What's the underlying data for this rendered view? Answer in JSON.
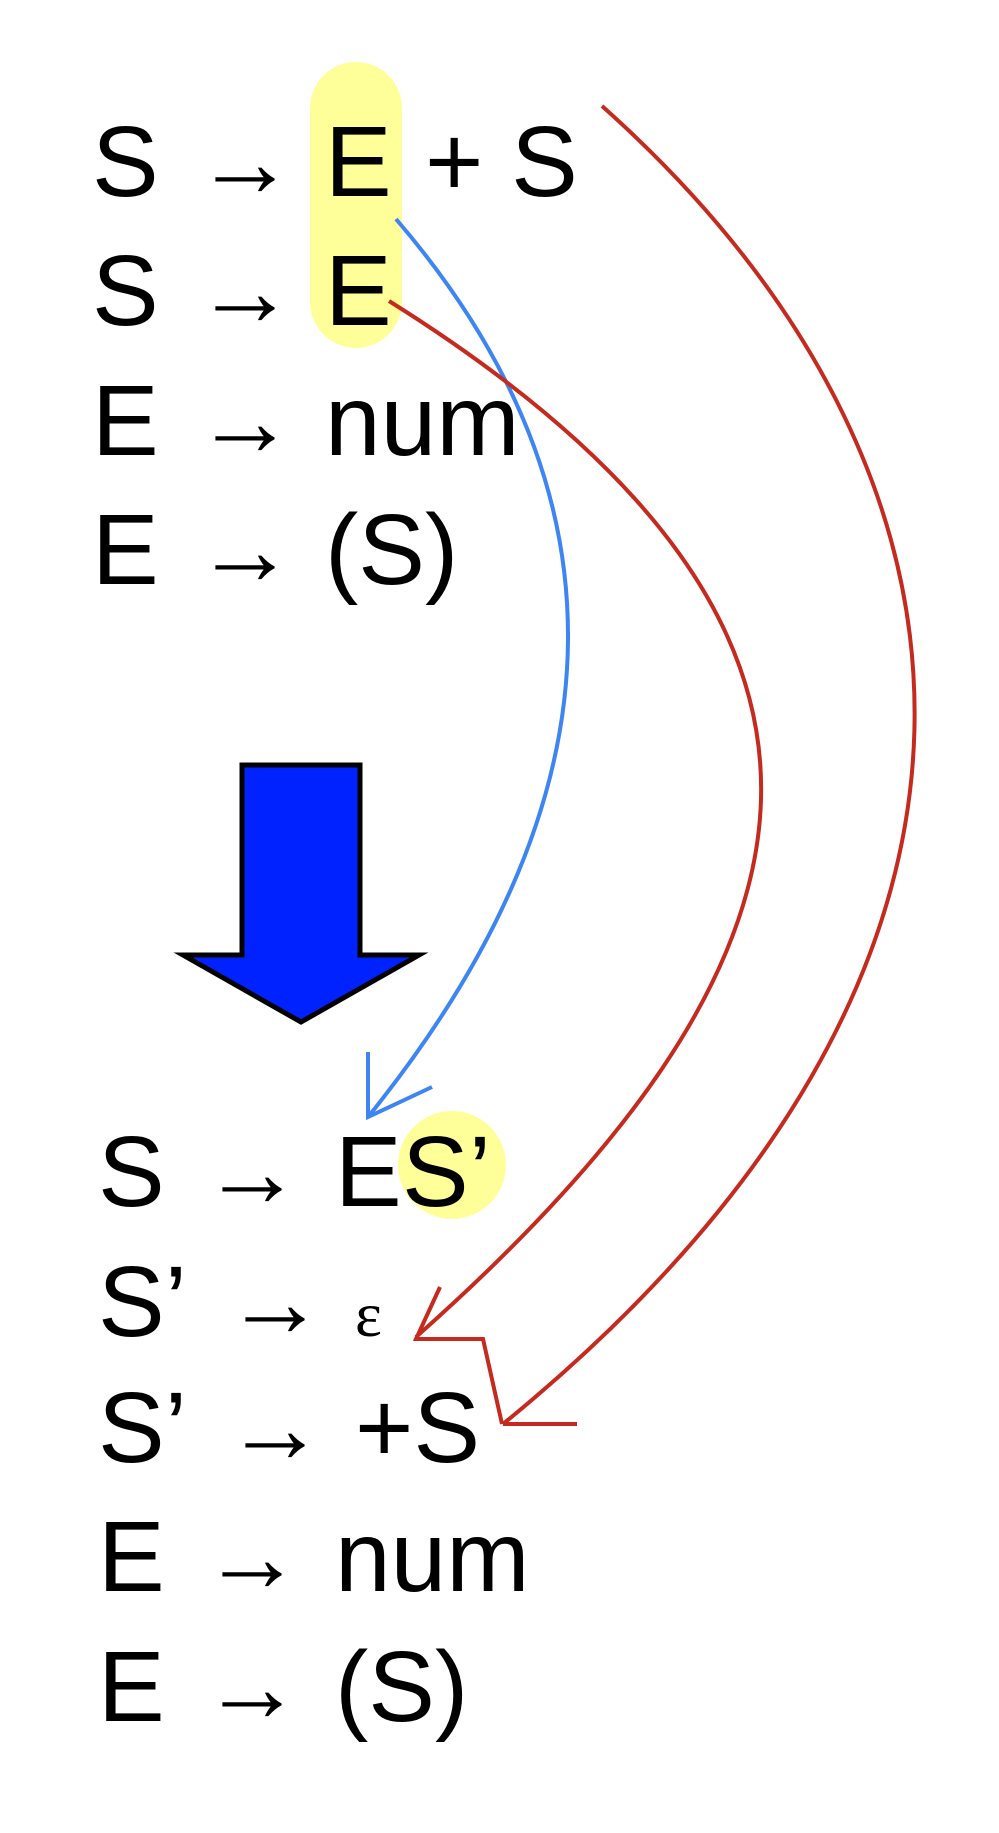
{
  "colors": {
    "highlight": "#FFFF99",
    "blue_arrow": "#3D85F2",
    "red_arrow": "#C52A1F",
    "down_arrow_fill": "#0022FF",
    "text": "#000000"
  },
  "original_grammar": [
    {
      "lhs": "S",
      "arrow": "→",
      "rhs_parts": [
        "E",
        "+ S"
      ]
    },
    {
      "lhs": "S",
      "arrow": "→",
      "rhs_parts": [
        "E"
      ]
    },
    {
      "lhs": "E",
      "arrow": "→",
      "rhs_parts": [
        "num"
      ]
    },
    {
      "lhs": "E",
      "arrow": "→",
      "rhs_parts": [
        "(S)"
      ]
    }
  ],
  "transformed_grammar": [
    {
      "lhs": "S",
      "arrow": "→",
      "rhs_parts": [
        "E",
        "S’"
      ]
    },
    {
      "lhs": "S’",
      "arrow": "→",
      "rhs_parts": [
        "ε"
      ]
    },
    {
      "lhs": "S’",
      "arrow": "→",
      "rhs_parts": [
        "+S"
      ]
    },
    {
      "lhs": "E",
      "arrow": "→",
      "rhs_parts": [
        "num"
      ]
    },
    {
      "lhs": "E",
      "arrow": "→",
      "rhs_parts": [
        "(S)"
      ]
    }
  ],
  "icons": {
    "transform_arrow": "down-arrow-icon",
    "production_arrow": "right-arrow-glyph"
  }
}
